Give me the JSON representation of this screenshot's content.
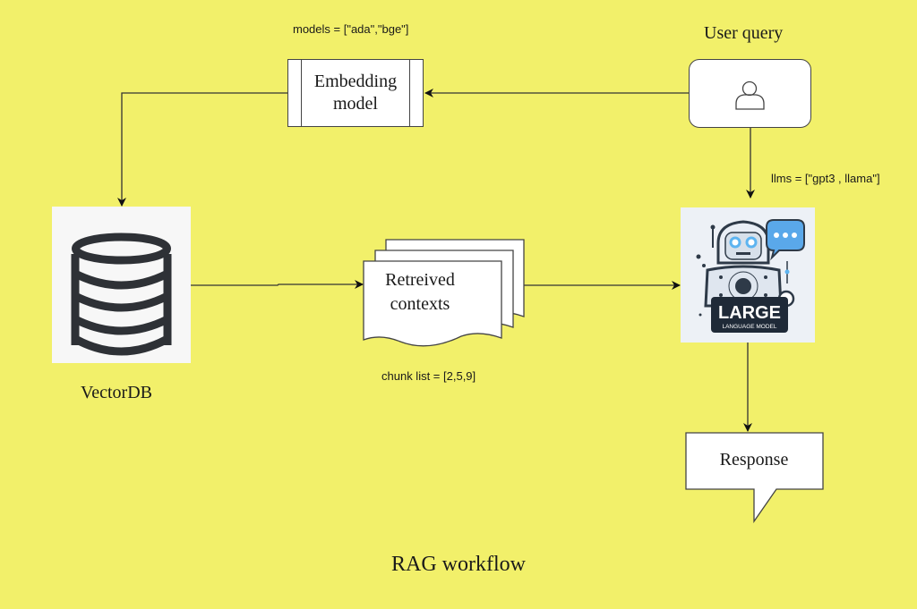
{
  "diagram": {
    "title": "RAG workflow",
    "background_color": "#f2f06a",
    "nodes": {
      "user_query": {
        "label": "User query",
        "icon": "user-icon"
      },
      "embedding_model": {
        "label_line1": "Embedding",
        "label_line2": "model"
      },
      "vectordb": {
        "label": "VectorDB",
        "icon": "database-icon"
      },
      "retrieved_contexts": {
        "label_line1": "Retreived",
        "label_line2": "contexts"
      },
      "llm": {
        "badge_big": "LARGE",
        "badge_small": "LANGUAGE MODEL",
        "icon": "robot-icon"
      },
      "response": {
        "label": "Response"
      }
    },
    "annotations": {
      "models": "models = [\"ada\",\"bge\"]",
      "llms": "llms = [\"gpt3 , llama\"]",
      "chunks": "chunk list = [2,5,9]"
    },
    "edges": [
      {
        "from": "user_query",
        "to": "embedding_model"
      },
      {
        "from": "embedding_model",
        "to": "vectordb"
      },
      {
        "from": "vectordb",
        "to": "retrieved_contexts"
      },
      {
        "from": "retrieved_contexts",
        "to": "llm"
      },
      {
        "from": "user_query",
        "to": "llm"
      },
      {
        "from": "llm",
        "to": "response"
      }
    ]
  }
}
